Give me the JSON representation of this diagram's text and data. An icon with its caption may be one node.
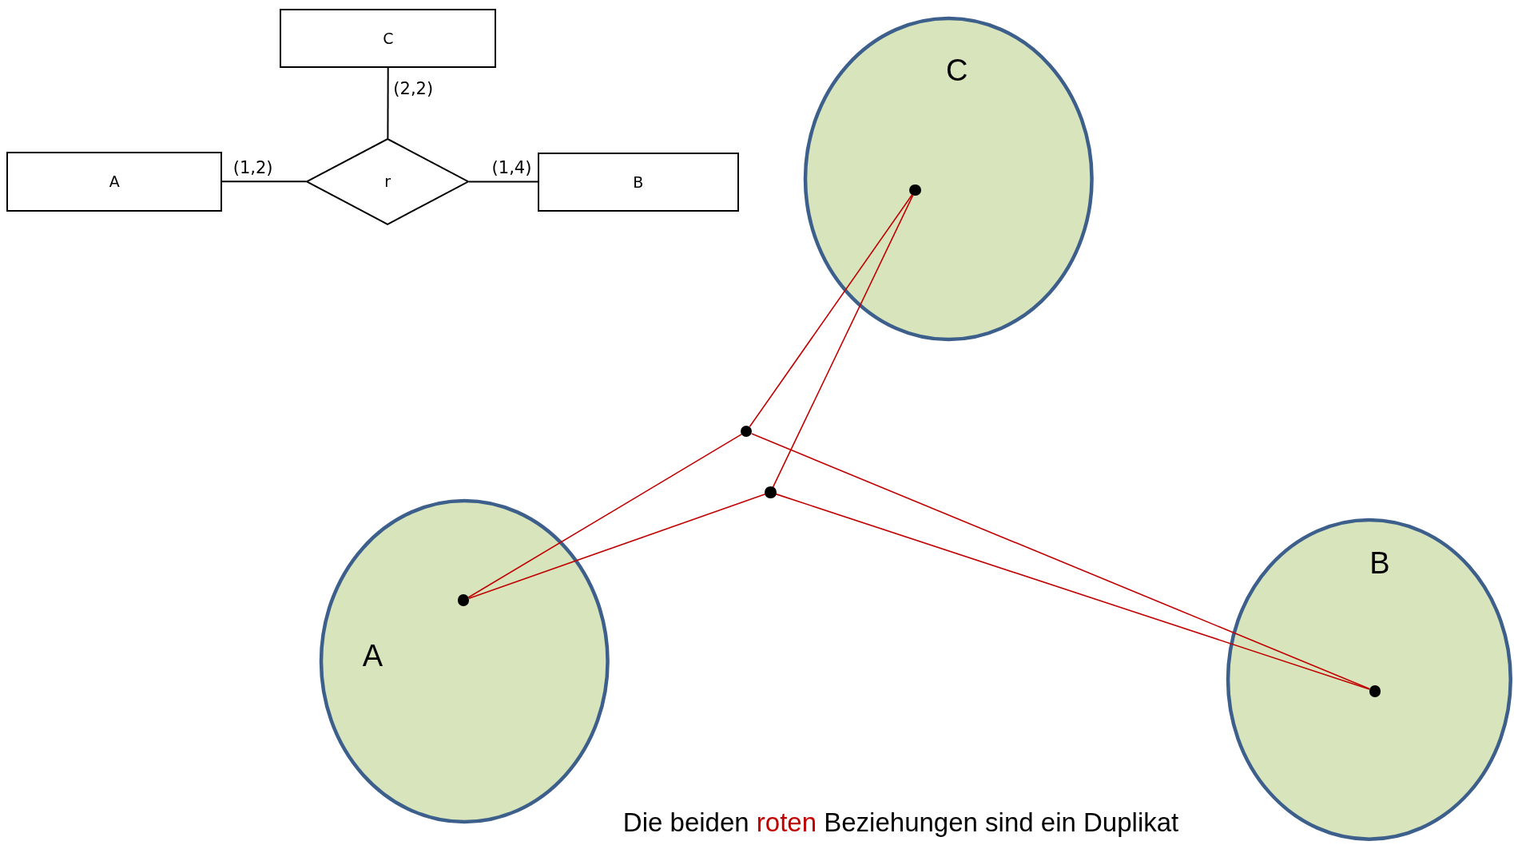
{
  "diagram": {
    "caption": "Die beiden roten Beziehungen sind ein Duplikat",
    "nodes": [
      {
        "text": [
          "C"
        ]
      },
      {
        "text": [
          "A"
        ]
      },
      {
        "text": [
          "r"
        ]
      },
      {
        "text": [
          "B"
        ]
      },
      {
        "text": [
          "C"
        ]
      },
      {
        "text": [
          "A"
        ]
      },
      {
        "text": [
          "B"
        ]
      },
      {
        "text": [],
        "shape": "circle",
        "in": 4
      },
      {
        "text": [],
        "shape": "circle"
      },
      {
        "text": [],
        "shape": "circle"
      },
      {
        "text": [],
        "shape": "circle",
        "in": 5
      },
      {
        "text": [],
        "shape": "circle",
        "in": 6
      }
    ],
    "edges": [
      {
        "from": 2,
        "to": 0,
        "arrow": "none",
        "label": "(2,2)",
        "color": "#000000"
      },
      {
        "from": 1,
        "to": 2,
        "arrow": "none",
        "label": "(1,2)",
        "color": "#000000"
      },
      {
        "from": 2,
        "to": 3,
        "arrow": "none",
        "label": "(1,4)",
        "color": "#000000"
      },
      {
        "from": 8,
        "to": 7,
        "arrow": "none",
        "color": "#c00000"
      },
      {
        "from": 8,
        "to": 10,
        "arrow": "none",
        "color": "#c00000"
      },
      {
        "from": 8,
        "to": 11,
        "arrow": "none",
        "color": "#c00000"
      },
      {
        "from": 9,
        "to": 7,
        "arrow": "none",
        "color": "#c00000"
      },
      {
        "from": 9,
        "to": 10,
        "arrow": "none",
        "color": "#c00000"
      },
      {
        "from": 9,
        "to": 11,
        "arrow": "none",
        "color": "#c00000"
      }
    ]
  }
}
